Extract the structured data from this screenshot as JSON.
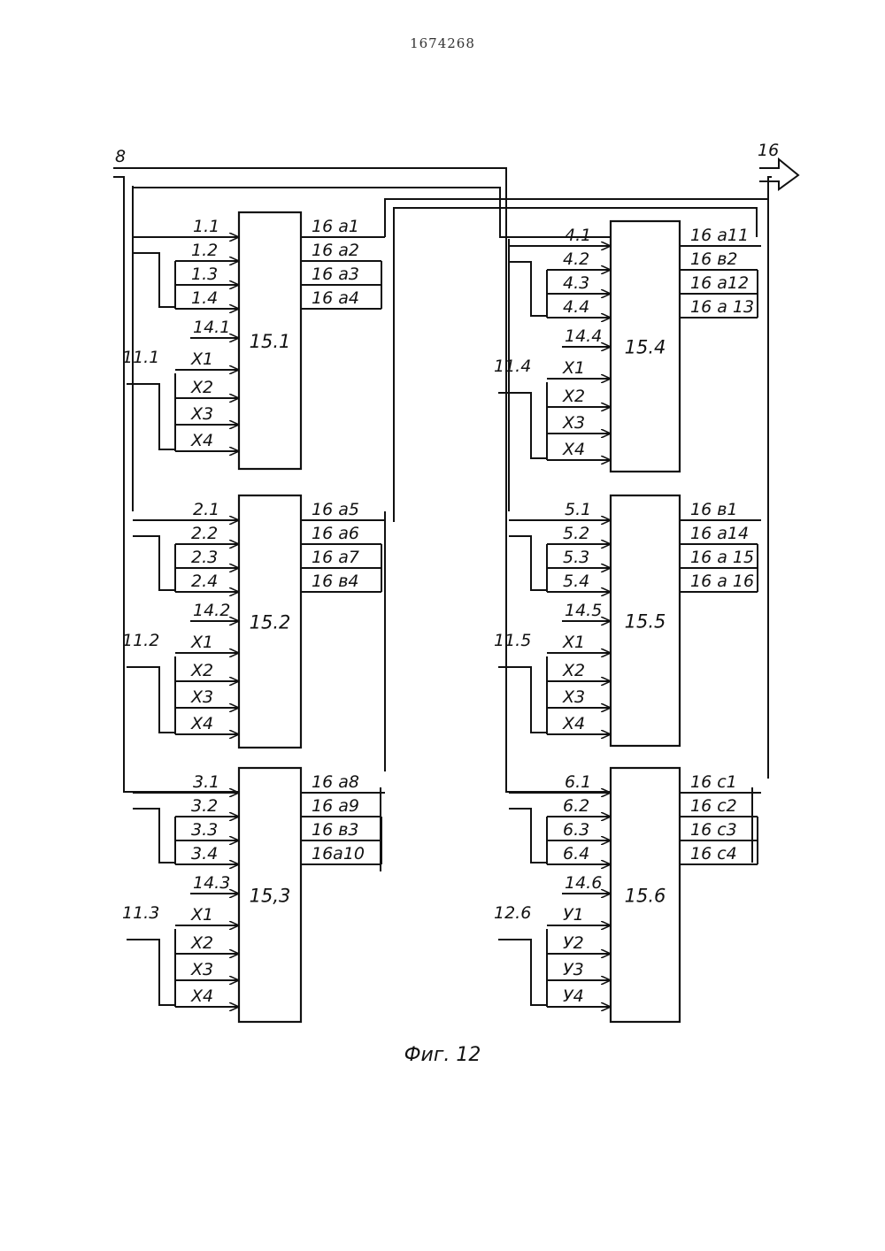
{
  "header": {
    "patent_number": "1674268"
  },
  "caption": "Фиг. 12",
  "bus_in_label": "8",
  "bus_out_label": "16",
  "blocks": [
    {
      "name": "15.1",
      "inputs": [
        "1.1",
        "1.2",
        "1.3",
        "1.4",
        "14.1",
        "X1",
        "X2",
        "X3",
        "X4"
      ],
      "side_label": "11.1",
      "outputs": [
        "16 a1",
        "16 a2",
        "16 a3",
        "16 a4"
      ]
    },
    {
      "name": "15.2",
      "inputs": [
        "2.1",
        "2.2",
        "2.3",
        "2.4",
        "14.2",
        "X1",
        "X2",
        "X3",
        "X4"
      ],
      "side_label": "11.2",
      "outputs": [
        "16 a5",
        "16 a6",
        "16 a7",
        "16 в4"
      ]
    },
    {
      "name": "15,3",
      "inputs": [
        "3.1",
        "3.2",
        "3.3",
        "3.4",
        "14.3",
        "X1",
        "X2",
        "X3",
        "X4"
      ],
      "side_label": "11.3",
      "outputs": [
        "16 a8",
        "16 a9",
        "16 в3",
        "16a10"
      ]
    },
    {
      "name": "15.4",
      "inputs": [
        "4.1",
        "4.2",
        "4.3",
        "4.4",
        "14.4",
        "X1",
        "X2",
        "X3",
        "X4"
      ],
      "side_label": "11.4",
      "outputs": [
        "16 a11",
        "16 в2",
        "16 a12",
        "16 a 13"
      ]
    },
    {
      "name": "15.5",
      "inputs": [
        "5.1",
        "5.2",
        "5.3",
        "5.4",
        "14.5",
        "X1",
        "X2",
        "X3",
        "X4"
      ],
      "side_label": "11.5",
      "outputs": [
        "16 в1",
        "16 a14",
        "16 a 15",
        "16 a 16"
      ]
    },
    {
      "name": "15.6",
      "inputs": [
        "6.1",
        "6.2",
        "6.3",
        "6.4",
        "14.6",
        "У1",
        "У2",
        "У3",
        "У4"
      ],
      "side_label": "12.6",
      "outputs": [
        "16 c1",
        "16 c2",
        "16 c3",
        "16 c4"
      ]
    }
  ]
}
